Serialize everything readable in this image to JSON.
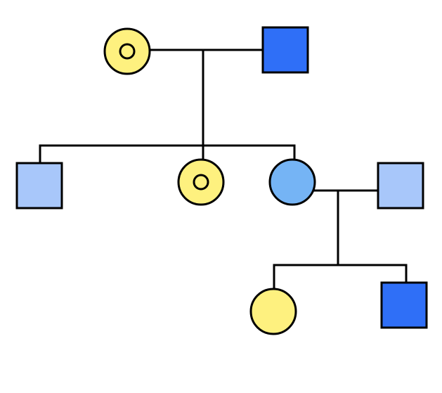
{
  "pedigree": {
    "colors": {
      "female_light_yellow": "#fef17f",
      "male_dark_blue": "#2f6ff7",
      "male_light_blue": "#a8c7fa",
      "female_mid_blue": "#75b4f5",
      "outline": "#000000"
    },
    "individuals": [
      {
        "id": "gen1-female",
        "sex": "female",
        "fill": "#fef17f",
        "carrier": true
      },
      {
        "id": "gen1-male",
        "sex": "male",
        "fill": "#2f6ff7",
        "carrier": false
      },
      {
        "id": "gen2-son",
        "sex": "male",
        "fill": "#a8c7fa",
        "carrier": false
      },
      {
        "id": "gen2-daughter-carrier",
        "sex": "female",
        "fill": "#fef17f",
        "carrier": true
      },
      {
        "id": "gen2-daughter",
        "sex": "female",
        "fill": "#75b4f5",
        "carrier": false
      },
      {
        "id": "gen2-spouse",
        "sex": "male",
        "fill": "#a8c7fa",
        "carrier": false
      },
      {
        "id": "gen3-daughter",
        "sex": "female",
        "fill": "#fef17f",
        "carrier": false
      },
      {
        "id": "gen3-son",
        "sex": "male",
        "fill": "#2f6ff7",
        "carrier": false
      }
    ],
    "unions": [
      {
        "id": "union-gen1",
        "partners": [
          "gen1-female",
          "gen1-male"
        ],
        "children": [
          "gen2-son",
          "gen2-daughter-carrier",
          "gen2-daughter"
        ]
      },
      {
        "id": "union-gen2",
        "partners": [
          "gen2-daughter",
          "gen2-spouse"
        ],
        "children": [
          "gen3-daughter",
          "gen3-son"
        ]
      }
    ]
  }
}
